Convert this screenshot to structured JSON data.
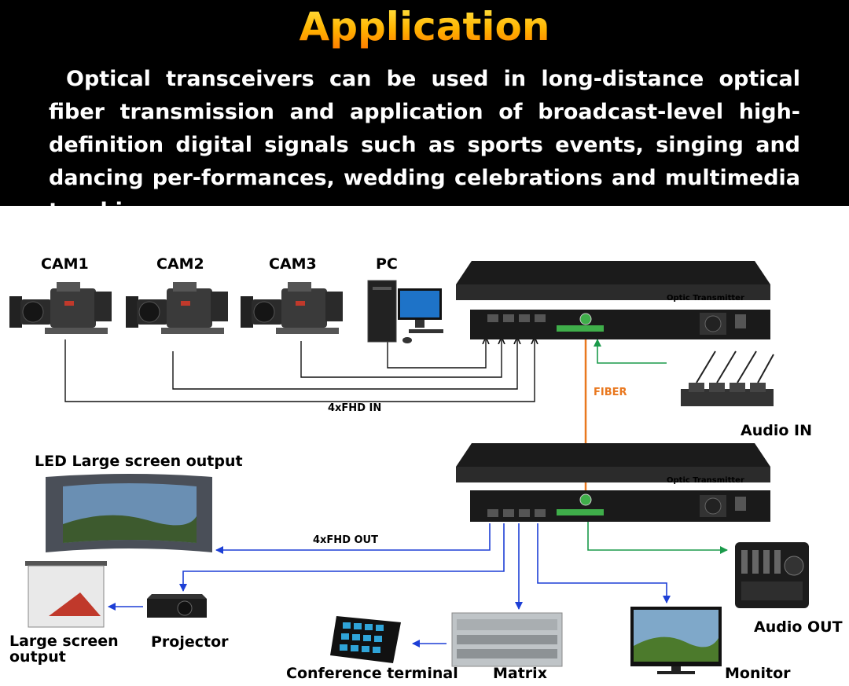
{
  "header": {
    "title": "Application",
    "intro": "Optical transceivers can be used in long-distance optical fiber transmission and application of broadcast-level high-definition digital signals such as sports events, singing and dancing per-formances, wedding celebrations and multimedia teaching."
  },
  "inputs": {
    "cam1": "CAM1",
    "cam2": "CAM2",
    "cam3": "CAM3",
    "pc": "PC",
    "bus_label": "4xFHD IN"
  },
  "devices": {
    "transmitter_label": "Optic Transmitter",
    "receiver_label": "Optic Transmitter",
    "fiber": "FIBER",
    "audio_in": "Audio IN",
    "audio_out": "Audio OUT"
  },
  "outputs": {
    "led": "LED Large screen output",
    "bus_label": "4xFHD OUT",
    "large_screen": "Large screen\noutput",
    "projector": "Projector",
    "conference": "Conference terminal",
    "matrix": "Matrix",
    "monitor": "Monitor"
  },
  "colors": {
    "title_gradient": [
      "#ffe94a",
      "#ff7a00"
    ],
    "fiber": "#e9781f",
    "audio_line": "#1a9a4a",
    "output_line": "#1d3fd6",
    "input_line": "#111111"
  }
}
